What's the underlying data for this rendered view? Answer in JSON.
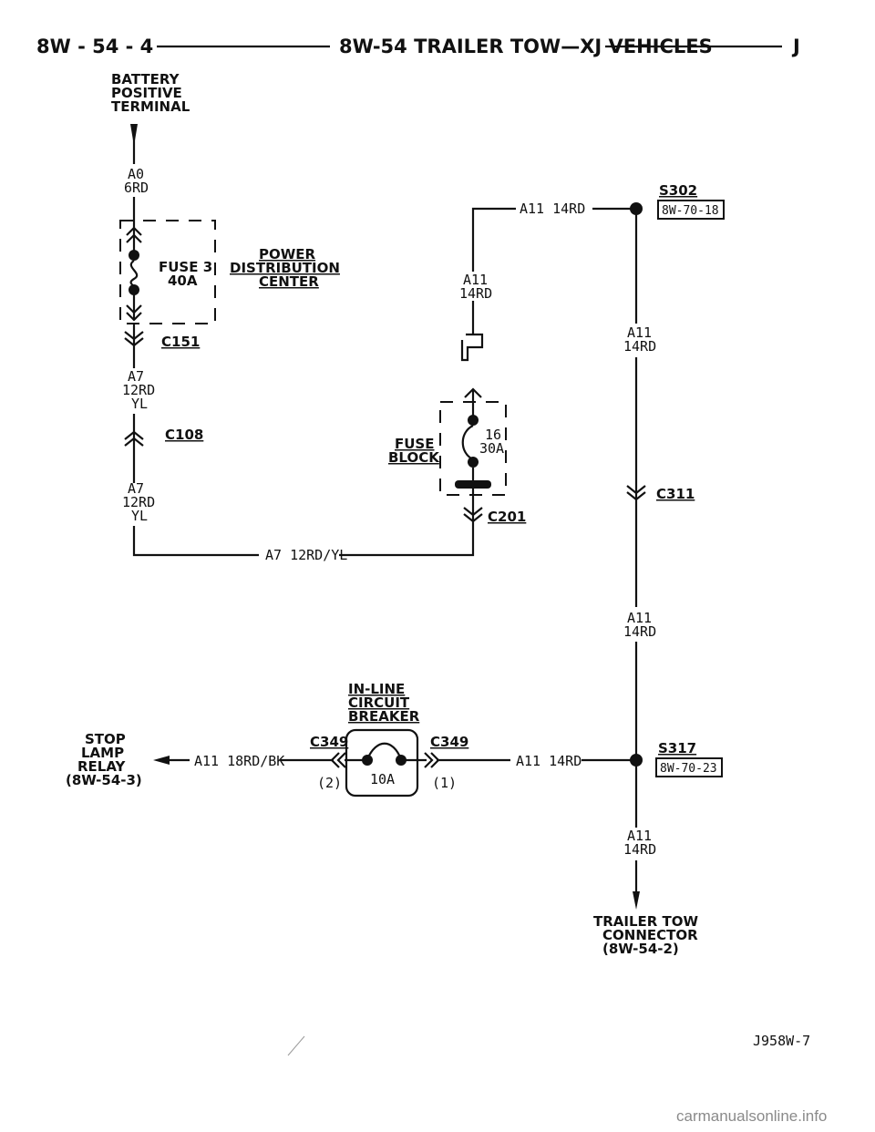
{
  "header": {
    "page_number": "8W - 54 - 4",
    "title": "8W-54 TRAILER TOW—XJ VEHICLES",
    "section_letter": "J"
  },
  "battery": {
    "line1": "BATTERY",
    "line2": "POSITIVE",
    "line3": "TERMINAL",
    "wire_code": "A0",
    "wire_gauge": "6RD"
  },
  "pdc": {
    "fuse_label": "FUSE 3",
    "fuse_rating": "40A",
    "line1": "POWER",
    "line2": "DISTRIBUTION",
    "line3": "CENTER",
    "connector": "C151"
  },
  "left_branch": {
    "wire1_code": "A7",
    "wire1_gauge": "12RD",
    "wire1_color": "YL",
    "connector": "C108",
    "wire2_code": "A7",
    "wire2_gauge": "12RD",
    "wire2_color": "YL",
    "bottom_wire": "A7 12RD/YL"
  },
  "fuse_block": {
    "line1": "FUSE",
    "line2": "BLOCK",
    "fuse_number": "16",
    "fuse_rating": "30A",
    "connector": "C201",
    "wire_code": "A11",
    "wire_gauge": "14RD"
  },
  "top_wire": "A11 14RD",
  "splice_s302": {
    "name": "S302",
    "ref": "8W-70-18"
  },
  "right_run": {
    "wire1_code": "A11",
    "wire1_gauge": "14RD",
    "connector": "C311",
    "wire2_code": "A11",
    "wire2_gauge": "14RD"
  },
  "breaker": {
    "line1": "IN-LINE",
    "line2": "CIRCUIT",
    "line3": "BREAKER",
    "connector_left": "C349",
    "connector_right": "C349",
    "pin_left": "(2)",
    "pin_right": "(1)",
    "rating": "10A"
  },
  "stop_lamp": {
    "line1": "STOP",
    "line2": "LAMP",
    "line3": "RELAY",
    "line4": "(8W-54-3)",
    "wire": "A11 18RD/BK"
  },
  "breaker_to_s317_wire": "A11 14RD",
  "splice_s317": {
    "name": "S317",
    "ref": "8W-70-23"
  },
  "trailer": {
    "wire_code": "A11",
    "wire_gauge": "14RD",
    "line1": "TRAILER TOW",
    "line2": "CONNECTOR",
    "line3": "(8W-54-2)"
  },
  "figure_id": "J958W-7",
  "watermark": "carmanualsonline.info"
}
